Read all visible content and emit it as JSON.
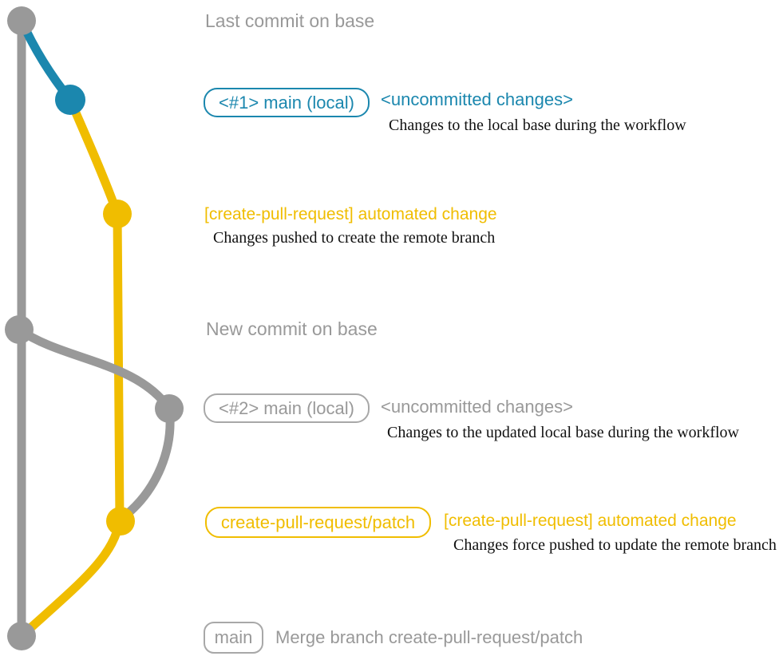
{
  "colors": {
    "base_gray": "#999999",
    "local_blue": "#1b87ae",
    "patch_yellow": "#f0bd00",
    "note_black": "#111111",
    "badge_border_gray": "#a8a8a8"
  },
  "captions": {
    "last_commit": "Last commit on base",
    "new_commit": "New commit on base"
  },
  "step1": {
    "badge": "<#1> main (local)",
    "status": "<uncommitted changes>",
    "note": "Changes to the local base during the workflow"
  },
  "step2": {
    "title": "[create-pull-request] automated change",
    "note": "Changes pushed to create the remote branch"
  },
  "step3": {
    "badge": "<#2> main (local)",
    "status": "<uncommitted changes>",
    "note": "Changes to the updated local base during the workflow"
  },
  "step4": {
    "badge": "create-pull-request/patch",
    "title": "[create-pull-request] automated change",
    "note": "Changes force pushed to update the remote branch"
  },
  "step5": {
    "badge": "main",
    "title": "Merge branch create-pull-request/patch"
  }
}
